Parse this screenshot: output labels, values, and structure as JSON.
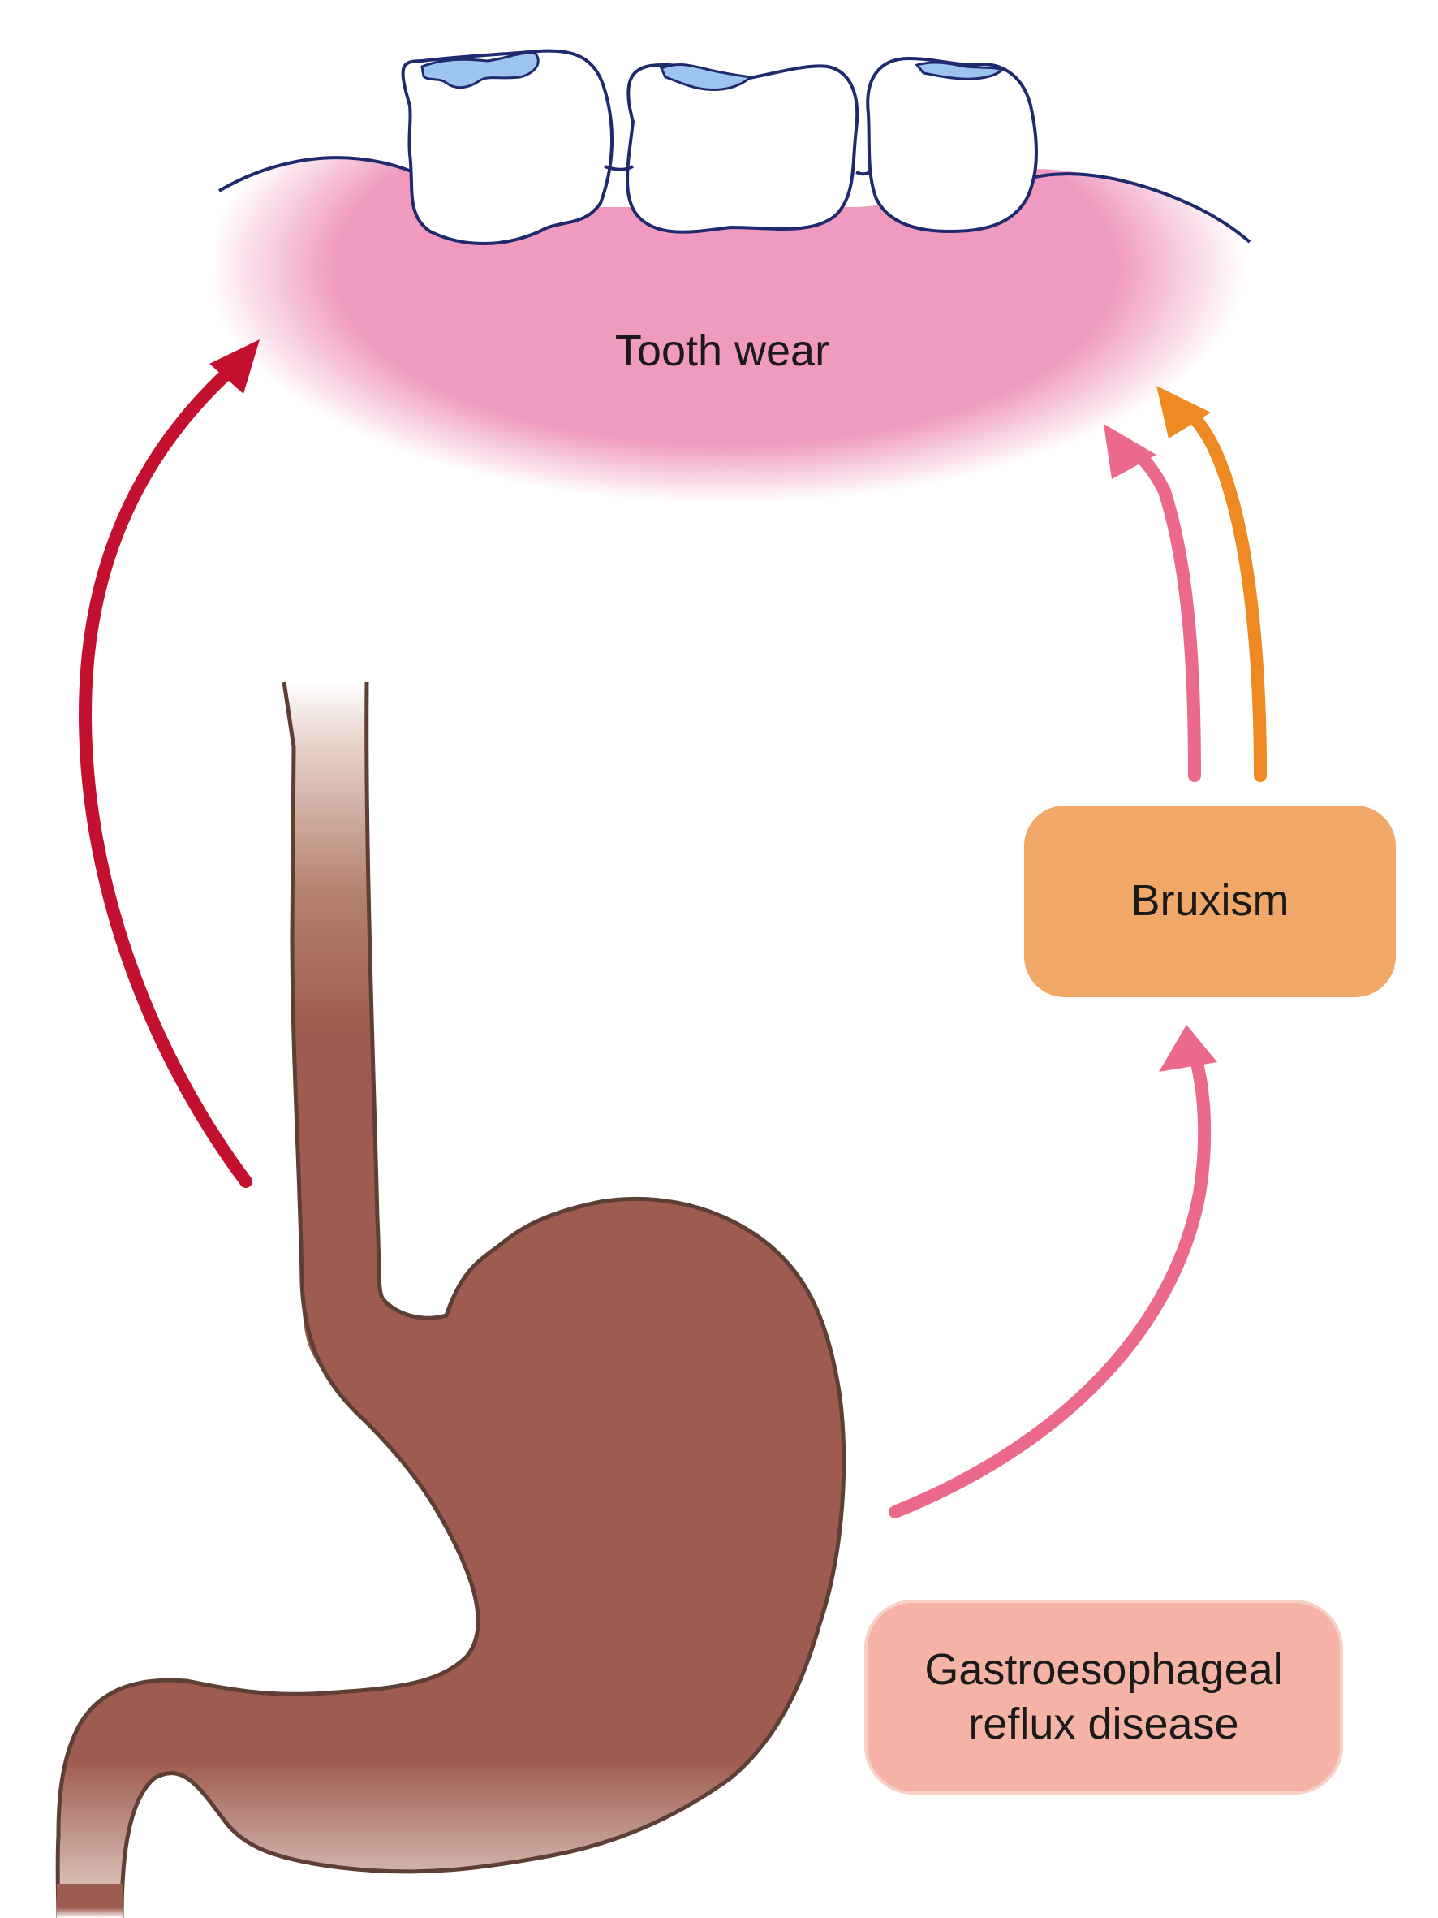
{
  "labels": {
    "tooth_wear": "Tooth wear",
    "bruxism": "Bruxism",
    "gerd_line1": "Gastroesophageal",
    "gerd_line2": "reflux disease"
  },
  "colors": {
    "gum_pink": "#f09abf",
    "tooth_outline": "#1f2a6e",
    "enamel_wear": "#9cc4ee",
    "stomach": "#9e5b4f",
    "stomach_outline": "#5e3f36",
    "arrow_red": "#c4102f",
    "arrow_pink": "#eb6a8c",
    "arrow_orange": "#ef8a22",
    "bruxism_box": "#f0a768",
    "gerd_box": "#f4b3a6"
  }
}
